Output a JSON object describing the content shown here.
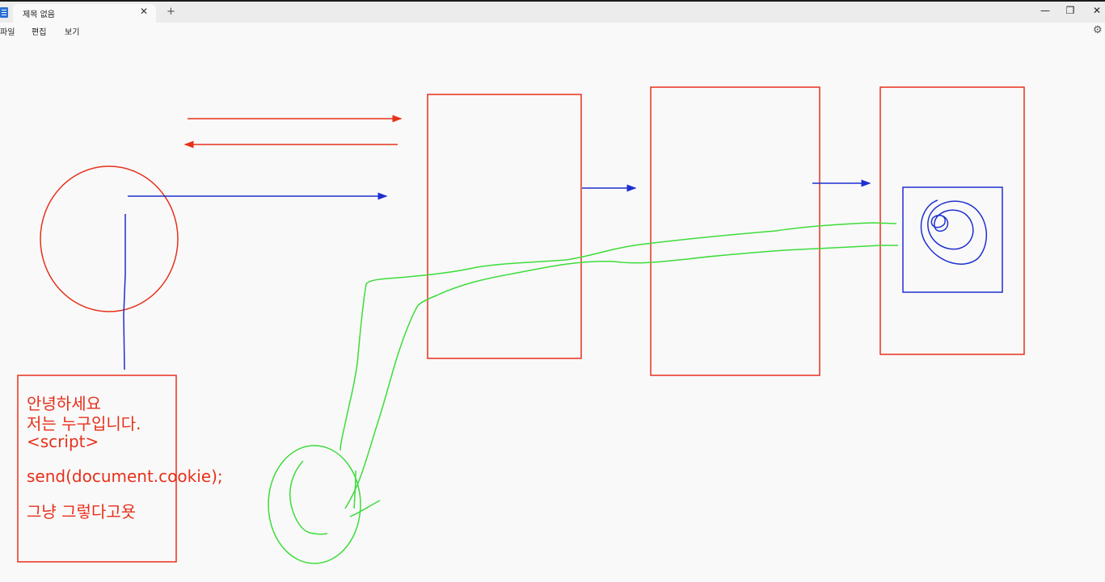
{
  "window": {
    "tab_title": "제목 없음",
    "tab_close": "✕",
    "tab_add": "+",
    "minimize": "—",
    "maximize": "❐",
    "close": "✕"
  },
  "menu": {
    "items": [
      "파일",
      "편집",
      "보기"
    ]
  },
  "icons": {
    "app": "notepad-icon",
    "settings": "gear-icon"
  },
  "note": {
    "line1": "안녕하세요",
    "line2": "저는 누구입니다.",
    "line3": "<script>",
    "line4": "send(document.cookie);",
    "line5": "그냥 그렇다고욧"
  },
  "colors": {
    "red": "#e8301a",
    "blue": "#1f2fd0",
    "green": "#3ddc3a",
    "background": "#f9f9f9"
  }
}
